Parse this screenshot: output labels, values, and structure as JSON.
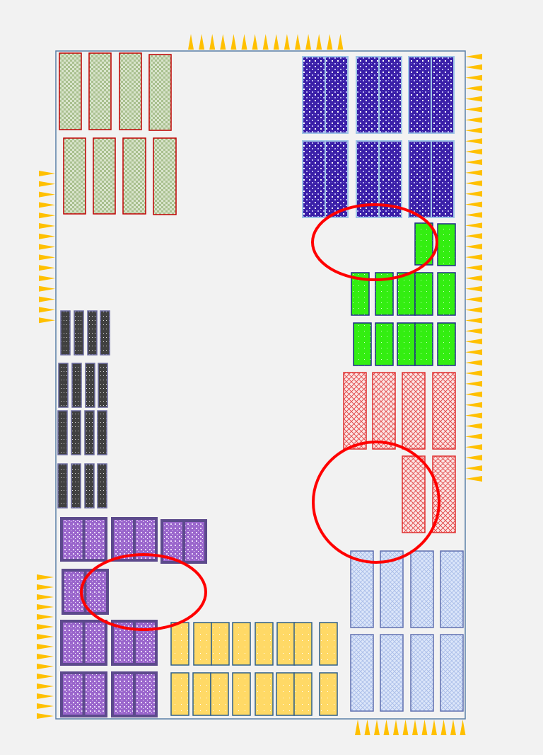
{
  "diagram": {
    "type": "chip-floorplan",
    "colors": {
      "background": "#f2f2f2",
      "die_outline": "#5b7fa8",
      "pin": "#ffc000",
      "highlight_ellipse": "#ff0000",
      "sage_block_fill": "#a9c08f",
      "sage_block_border": "#c00000",
      "blue_block_fill": "#3a1fa8",
      "blue_block_border": "#9dc3e6",
      "green_block_fill": "#33ee11",
      "green_block_border": "#1f2a8a",
      "red_block_fill": "#f8d0d0",
      "red_block_border": "#e03030",
      "dark_block_fill": "#404040",
      "dark_block_border": "#6a6aa0",
      "purple_block_fill": "#a070d0",
      "purple_block_border": "#5c4a8c",
      "yellow_block_fill": "#ffd966",
      "yellow_block_border": "#2e5f8a",
      "lightblue_block_fill": "#c8d8f5",
      "lightblue_block_border": "#6070b0"
    },
    "pin_direction": {
      "top": "up",
      "left": "right",
      "right": "left",
      "bottom": "up"
    }
  }
}
